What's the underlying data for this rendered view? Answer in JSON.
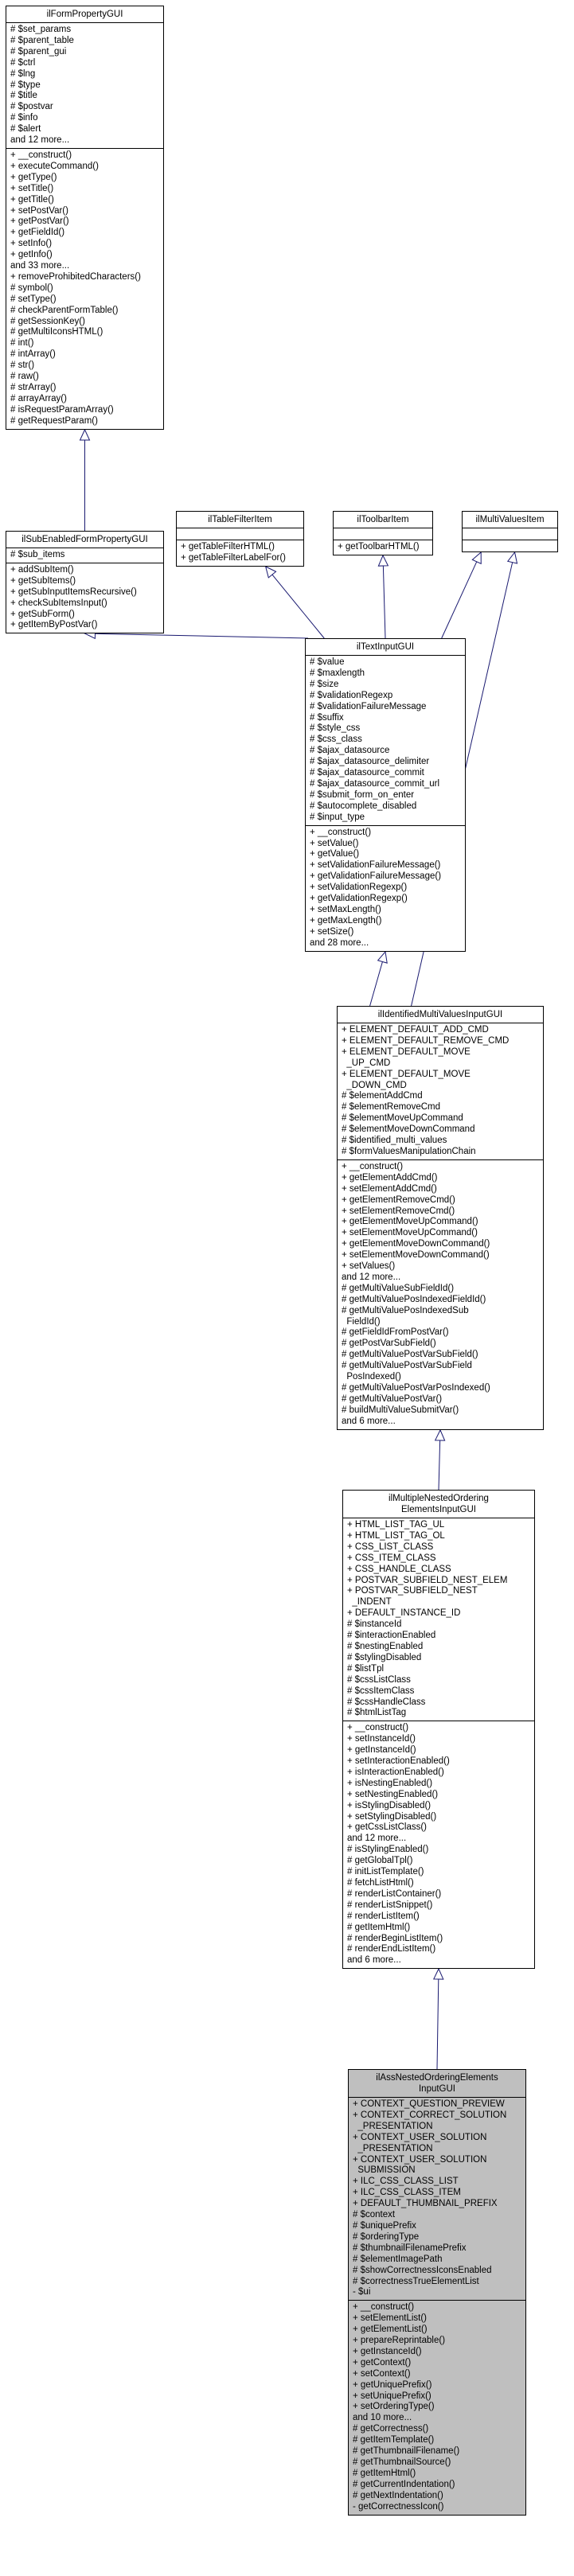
{
  "classes": [
    {
      "id": "ilFormPropertyGUI",
      "title": [
        "ilFormPropertyGUI"
      ],
      "attrs": [
        "# $set_params",
        "# $parent_table",
        "# $parent_gui",
        "# $ctrl",
        "# $lng",
        "# $type",
        "# $title",
        "# $postvar",
        "# $info",
        "# $alert",
        "and 12 more..."
      ],
      "ops": [
        "+ __construct()",
        "+ executeCommand()",
        "+ getType()",
        "+ setTitle()",
        "+ getTitle()",
        "+ setPostVar()",
        "+ getPostVar()",
        "+ getFieldId()",
        "+ setInfo()",
        "+ getInfo()",
        "and 33 more...",
        "+ removeProhibitedCharacters()",
        "# symbol()",
        "# setType()",
        "# checkParentFormTable()",
        "# getSessionKey()",
        "# getMultiIconsHTML()",
        "# int()",
        "# intArray()",
        "# str()",
        "# raw()",
        "# strArray()",
        "# arrayArray()",
        "# isRequestParamArray()",
        "# getRequestParam()"
      ]
    },
    {
      "id": "ilSubEnabledFormPropertyGUI",
      "title": [
        "ilSubEnabledFormPropertyGUI"
      ],
      "attrs": [
        "# $sub_items"
      ],
      "ops": [
        "+ addSubItem()",
        "+ getSubItems()",
        "+ getSubInputItemsRecursive()",
        "+ checkSubItemsInput()",
        "+ getSubForm()",
        "+ getItemByPostVar()"
      ]
    },
    {
      "id": "ilTableFilterItem",
      "title": [
        "ilTableFilterItem"
      ],
      "attrs": [],
      "ops": [
        "+ getTableFilterHTML()",
        "+ getTableFilterLabelFor()"
      ]
    },
    {
      "id": "ilToolbarItem",
      "title": [
        "ilToolbarItem"
      ],
      "attrs": [],
      "ops": [
        "+ getToolbarHTML()"
      ]
    },
    {
      "id": "ilMultiValuesItem",
      "title": [
        "ilMultiValuesItem"
      ],
      "attrs": [],
      "ops": []
    },
    {
      "id": "ilTextInputGUI",
      "title": [
        "ilTextInputGUI"
      ],
      "attrs": [
        "# $value",
        "# $maxlength",
        "# $size",
        "# $validationRegexp",
        "# $validationFailureMessage",
        "# $suffix",
        "# $style_css",
        "# $css_class",
        "# $ajax_datasource",
        "# $ajax_datasource_delimiter",
        "# $ajax_datasource_commit",
        "# $ajax_datasource_commit_url",
        "# $submit_form_on_enter",
        "# $autocomplete_disabled",
        "# $input_type"
      ],
      "ops": [
        "+ __construct()",
        "+ setValue()",
        "+ getValue()",
        "+ setValidationFailureMessage()",
        "+ getValidationFailureMessage()",
        "+ setValidationRegexp()",
        "+ getValidationRegexp()",
        "+ setMaxLength()",
        "+ getMaxLength()",
        "+ setSize()",
        "and 28 more..."
      ]
    },
    {
      "id": "ilIdentifiedMultiValuesInputGUI",
      "title": [
        "ilIdentifiedMultiValuesInputGUI"
      ],
      "attrs": [
        "+ ELEMENT_DEFAULT_ADD_CMD",
        "+ ELEMENT_DEFAULT_REMOVE_CMD",
        "+ ELEMENT_DEFAULT_MOVE",
        "  _UP_CMD",
        "+ ELEMENT_DEFAULT_MOVE",
        "  _DOWN_CMD",
        "# $elementAddCmd",
        "# $elementRemoveCmd",
        "# $elementMoveUpCommand",
        "# $elementMoveDownCommand",
        "# $identified_multi_values",
        "# $formValuesManipulationChain"
      ],
      "ops": [
        "+ __construct()",
        "+ getElementAddCmd()",
        "+ setElementAddCmd()",
        "+ getElementRemoveCmd()",
        "+ setElementRemoveCmd()",
        "+ getElementMoveUpCommand()",
        "+ setElementMoveUpCommand()",
        "+ getElementMoveDownCommand()",
        "+ setElementMoveDownCommand()",
        "+ setValues()",
        "and 12 more...",
        "# getMultiValueSubFieldId()",
        "# getMultiValuePosIndexedFieldId()",
        "# getMultiValuePosIndexedSub",
        "  FieldId()",
        "# getFieldIdFromPostVar()",
        "# getPostVarSubField()",
        "# getMultiValuePostVarSubField()",
        "# getMultiValuePostVarSubField",
        "  PosIndexed()",
        "# getMultiValuePostVarPosIndexed()",
        "# getMultiValuePostVar()",
        "# buildMultiValueSubmitVar()",
        "and 6 more..."
      ]
    },
    {
      "id": "ilMultipleNestedOrderingElementsInputGUI",
      "title": [
        "ilMultipleNestedOrdering",
        "ElementsInputGUI"
      ],
      "attrs": [
        "+ HTML_LIST_TAG_UL",
        "+ HTML_LIST_TAG_OL",
        "+ CSS_LIST_CLASS",
        "+ CSS_ITEM_CLASS",
        "+ CSS_HANDLE_CLASS",
        "+ POSTVAR_SUBFIELD_NEST_ELEM",
        "+ POSTVAR_SUBFIELD_NEST",
        "  _INDENT",
        "+ DEFAULT_INSTANCE_ID",
        "# $instanceId",
        "# $interactionEnabled",
        "# $nestingEnabled",
        "# $stylingDisabled",
        "# $listTpl",
        "# $cssListClass",
        "# $cssItemClass",
        "# $cssHandleClass",
        "# $htmlListTag"
      ],
      "ops": [
        "+ __construct()",
        "+ setInstanceId()",
        "+ getInstanceId()",
        "+ setInteractionEnabled()",
        "+ isInteractionEnabled()",
        "+ isNestingEnabled()",
        "+ setNestingEnabled()",
        "+ isStylingDisabled()",
        "+ setStylingDisabled()",
        "+ getCssListClass()",
        "and 12 more...",
        "# isStylingEnabled()",
        "# getGlobalTpl()",
        "# initListTemplate()",
        "# fetchListHtml()",
        "# renderListContainer()",
        "# renderListSnippet()",
        "# renderListItem()",
        "# getItemHtml()",
        "# renderBeginListItem()",
        "# renderEndListItem()",
        "and 6 more..."
      ]
    },
    {
      "id": "ilAssNestedOrderingElementsInputGUI",
      "title": [
        "ilAssNestedOrderingElements",
        "InputGUI"
      ],
      "attrs": [
        "+ CONTEXT_QUESTION_PREVIEW",
        "+ CONTEXT_CORRECT_SOLUTION",
        "  _PRESENTATION",
        "+ CONTEXT_USER_SOLUTION",
        "  _PRESENTATION",
        "+ CONTEXT_USER_SOLUTION",
        "  SUBMISSION",
        "+ ILC_CSS_CLASS_LIST",
        "+ ILC_CSS_CLASS_ITEM",
        "+ DEFAULT_THUMBNAIL_PREFIX",
        "# $context",
        "# $uniquePrefix",
        "# $orderingType",
        "# $thumbnailFilenamePrefix",
        "# $elementImagePath",
        "# $showCorrectnessIconsEnabled",
        "# $correctnessTrueElementList",
        "- $ui"
      ],
      "ops": [
        "+ __construct()",
        "+ setElementList()",
        "+ getElementList()",
        "+ prepareReprintable()",
        "+ getInstanceId()",
        "+ getContext()",
        "+ setContext()",
        "+ getUniquePrefix()",
        "+ setUniquePrefix()",
        "+ setOrderingType()",
        "and 10 more...",
        "# getCorrectness()",
        "# getItemTemplate()",
        "# getThumbnailFilename()",
        "# getThumbnailSource()",
        "# getItemHtml()",
        "# getCurrentIndentation()",
        "# getNextIndentation()",
        "- getCorrectnessIcon()"
      ]
    }
  ],
  "colors": {
    "edge": "#191970",
    "border": "#000000",
    "focus_fill": "#bfbfbf"
  }
}
